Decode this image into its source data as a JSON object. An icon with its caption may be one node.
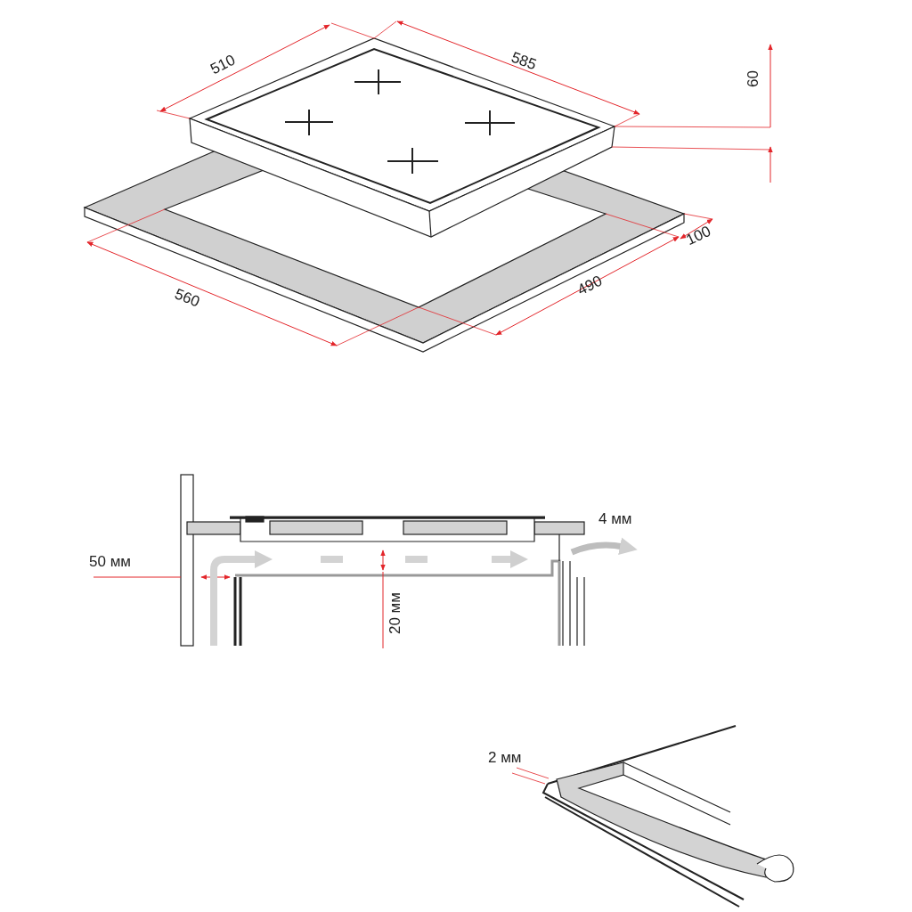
{
  "diagram": {
    "labels": [
      "510",
      "585",
      "60",
      "100",
      "560",
      "490",
      "4 мм",
      "50 мм",
      "20 мм",
      "2 мм"
    ]
  }
}
